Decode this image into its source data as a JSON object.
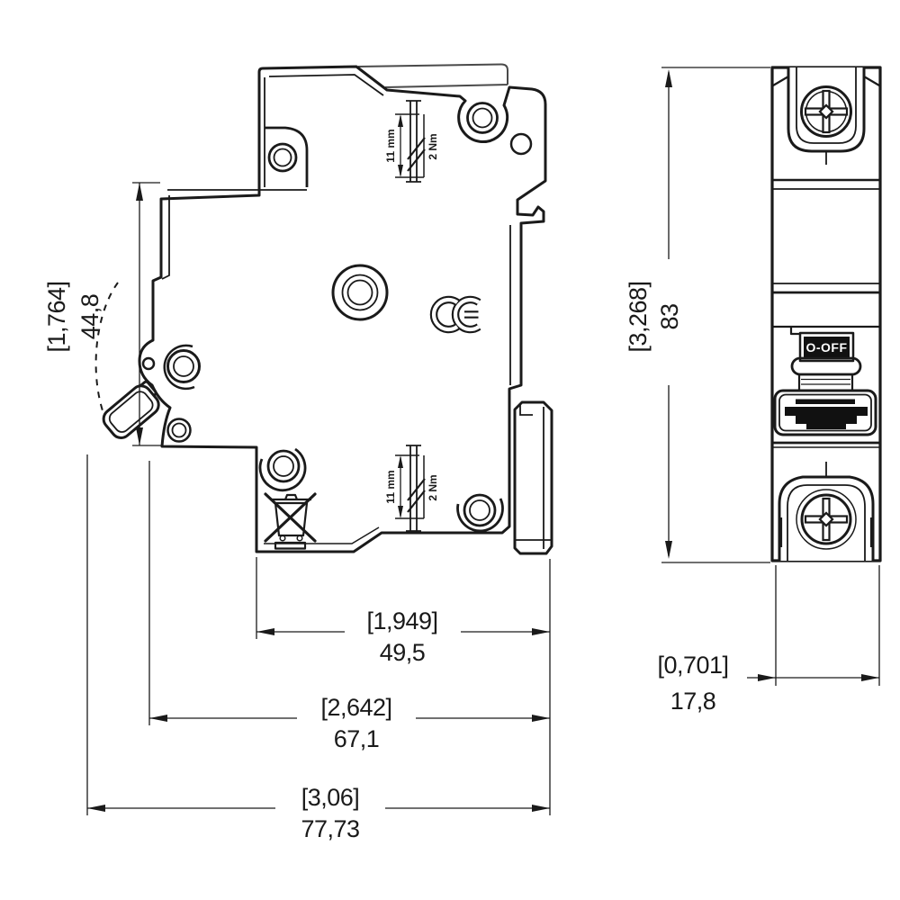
{
  "dims": {
    "side_height": {
      "bracket": "[1,764]",
      "value": "44,8"
    },
    "body_width": {
      "bracket": "[1,949]",
      "value": "49,5"
    },
    "toggle_width": {
      "bracket": "[2,642]",
      "value": "67,1"
    },
    "total_width": {
      "bracket": "[3,06]",
      "value": "77,73"
    },
    "front_height": {
      "bracket": "[3,268]",
      "value": "83"
    },
    "front_width": {
      "bracket": "[0,701]",
      "value": "17,8"
    }
  },
  "terminals": {
    "top": {
      "strip_length": "11 mm",
      "torque": "2 Nm"
    },
    "bottom": {
      "strip_length": "11 mm",
      "torque": "2 Nm"
    }
  },
  "front": {
    "toggle_label": "O-OFF"
  },
  "icons": {
    "ce_mark": "CE",
    "weee_bin": "crossed-out-wheeled-bin",
    "screw": "phillips-screw"
  },
  "colors": {
    "line": "#1a1a1a",
    "background": "#ffffff",
    "toggle_window_bg": "#111111",
    "toggle_window_fg": "#ffffff"
  }
}
